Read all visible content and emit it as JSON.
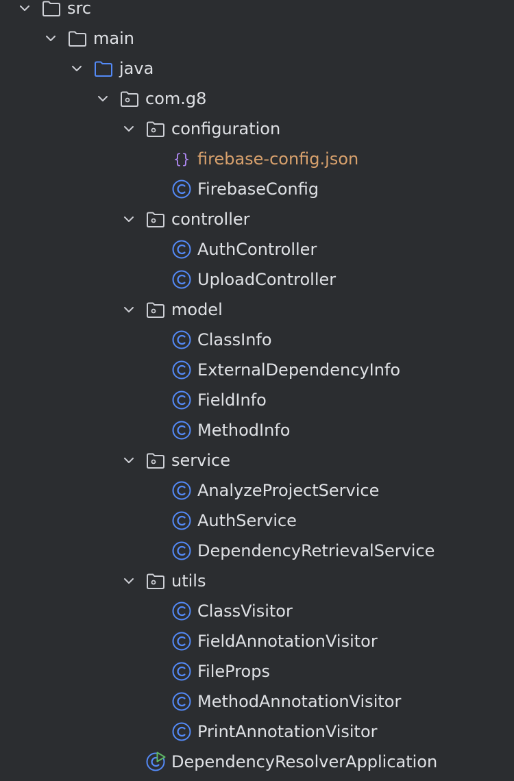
{
  "tree": {
    "src": "src",
    "main": "main",
    "java": "java",
    "com_g8": "com.g8",
    "configuration": {
      "label": "configuration",
      "items": [
        "firebase-config.json",
        "FirebaseConfig"
      ]
    },
    "controller": {
      "label": "controller",
      "items": [
        "AuthController",
        "UploadController"
      ]
    },
    "model": {
      "label": "model",
      "items": [
        "ClassInfo",
        "ExternalDependencyInfo",
        "FieldInfo",
        "MethodInfo"
      ]
    },
    "service": {
      "label": "service",
      "items": [
        "AnalyzeProjectService",
        "AuthService",
        "DependencyRetrievalService"
      ]
    },
    "utils": {
      "label": "utils",
      "items": [
        "ClassVisitor",
        "FieldAnnotationVisitor",
        "FileProps",
        "MethodAnnotationVisitor",
        "PrintAnnotationVisitor"
      ]
    },
    "application": "DependencyResolverApplication"
  },
  "colors": {
    "background": "#2b2d30",
    "text": "#dfe1e5",
    "json_file_text": "#d8a16d",
    "folder_icon": "#ced0d6",
    "source_folder_icon": "#548af7",
    "class_icon": "#548af7",
    "json_icon": "#b189f5",
    "run_badge": "#5fb865"
  },
  "icons": {
    "chevron": "chevron-down-icon",
    "folder": "folder-icon",
    "source_folder": "source-folder-icon",
    "package": "package-icon",
    "class": "class-icon",
    "json": "json-icon",
    "app": "spring-app-icon"
  }
}
